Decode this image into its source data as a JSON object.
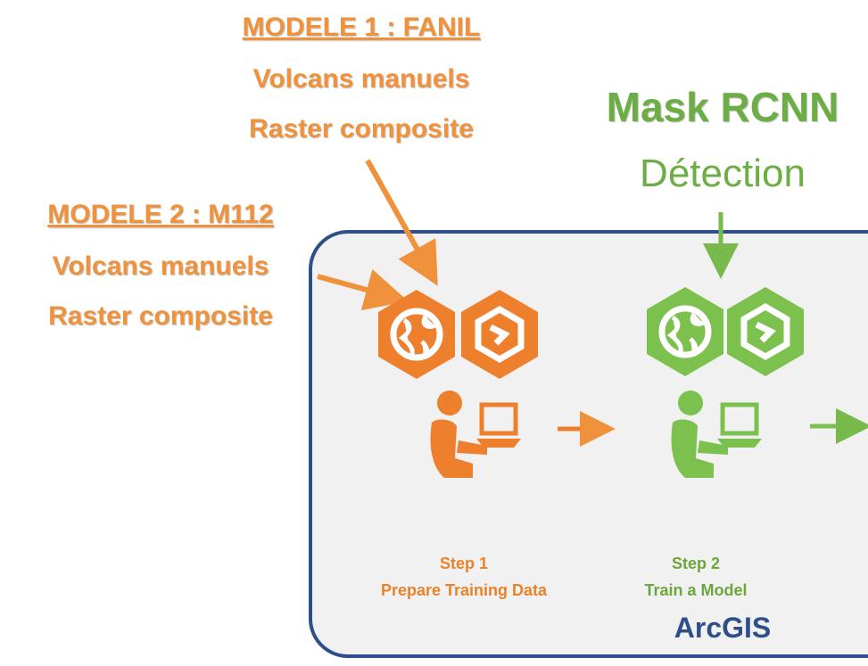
{
  "modele1": {
    "title": "MODELE 1 : FANIL",
    "line1": "Volcans manuels",
    "line2": "Raster composite"
  },
  "modele2": {
    "title": "MODELE 2 : M112",
    "line1": "Volcans manuels",
    "line2": "Raster composite"
  },
  "mask": {
    "title": "Mask RCNN",
    "subtitle": "Détection"
  },
  "steps": [
    {
      "number": "Step 1",
      "name": "Prepare Training Data",
      "color": "#e9822a"
    },
    {
      "number": "Step 2",
      "name": "Train a Model",
      "color": "#6ca63c"
    }
  ],
  "platform": "ArcGIS",
  "icons": [
    "globe-hex-icon",
    "pro-hex-icon",
    "user-laptop-icon",
    "right-arrow-icon"
  ],
  "colors": {
    "orange": "#f0913c",
    "green": "#77b94a",
    "navy": "#2f4f8a"
  }
}
